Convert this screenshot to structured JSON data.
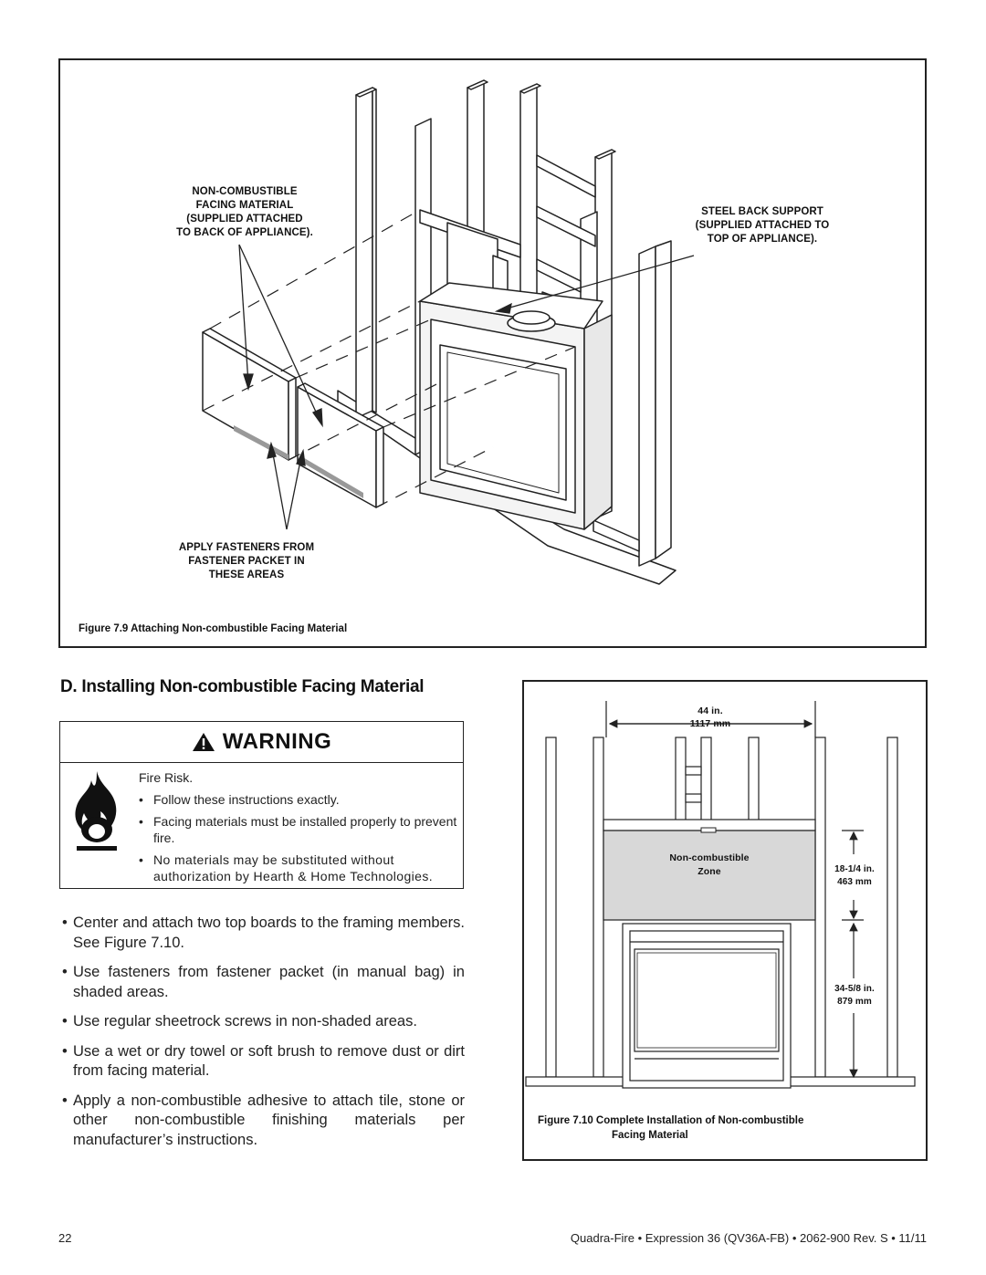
{
  "figure_9": {
    "label_facing": [
      "NON-COMBUSTIBLE",
      "FACING MATERIAL",
      "(SUPPLIED ATTACHED",
      "TO BACK OF APPLIANCE)."
    ],
    "label_steel": [
      "STEEL BACK SUPPORT",
      "(SUPPLIED ATTACHED TO",
      "TOP OF APPLIANCE)."
    ],
    "label_fasteners": [
      "APPLY FASTENERS FROM",
      "FASTENER PACKET IN",
      "THESE AREAS"
    ],
    "caption": "Figure 7.9  Attaching Non-combustible Facing Material"
  },
  "section": {
    "heading": "D.  Installing Non-combustible Facing Material"
  },
  "warning": {
    "title": "WARNING",
    "risk": "Fire Risk.",
    "items": [
      "Follow these instructions exactly.",
      "Facing materials must be installed properly to prevent fire.",
      "No materials may be substituted without authorization by Hearth & Home Technologies."
    ]
  },
  "instructions": [
    "Center and attach two top boards to the framing members. See Figure 7.10.",
    "Use fasteners from fastener packet (in manual bag) in shaded areas.",
    "Use regular sheetrock screws in non-shaded areas.",
    "Use a wet or dry towel or soft brush to remove dust or dirt from facing material.",
    "Apply a non-combustible adhesive to attach tile, stone or other non-combustible finishing materials per manufacturer’s instructions."
  ],
  "figure_10": {
    "width_in": "44 in.",
    "width_mm": "1117 mm",
    "zone_line1": "Non-combustible",
    "zone_line2": "Zone",
    "dim1_in": "18-1/4 in.",
    "dim1_mm": "463 mm",
    "dim2_in": "34-5/8 in.",
    "dim2_mm": "879 mm",
    "caption_line1": "Figure 7.10  Complete Installation of Non-combustible",
    "caption_line2": "Facing Material"
  },
  "footer": {
    "page": "22",
    "text": "Quadra-Fire  •  Expression 36 (QV36A-FB)  •  2062-900  Rev. S  •  11/11"
  }
}
